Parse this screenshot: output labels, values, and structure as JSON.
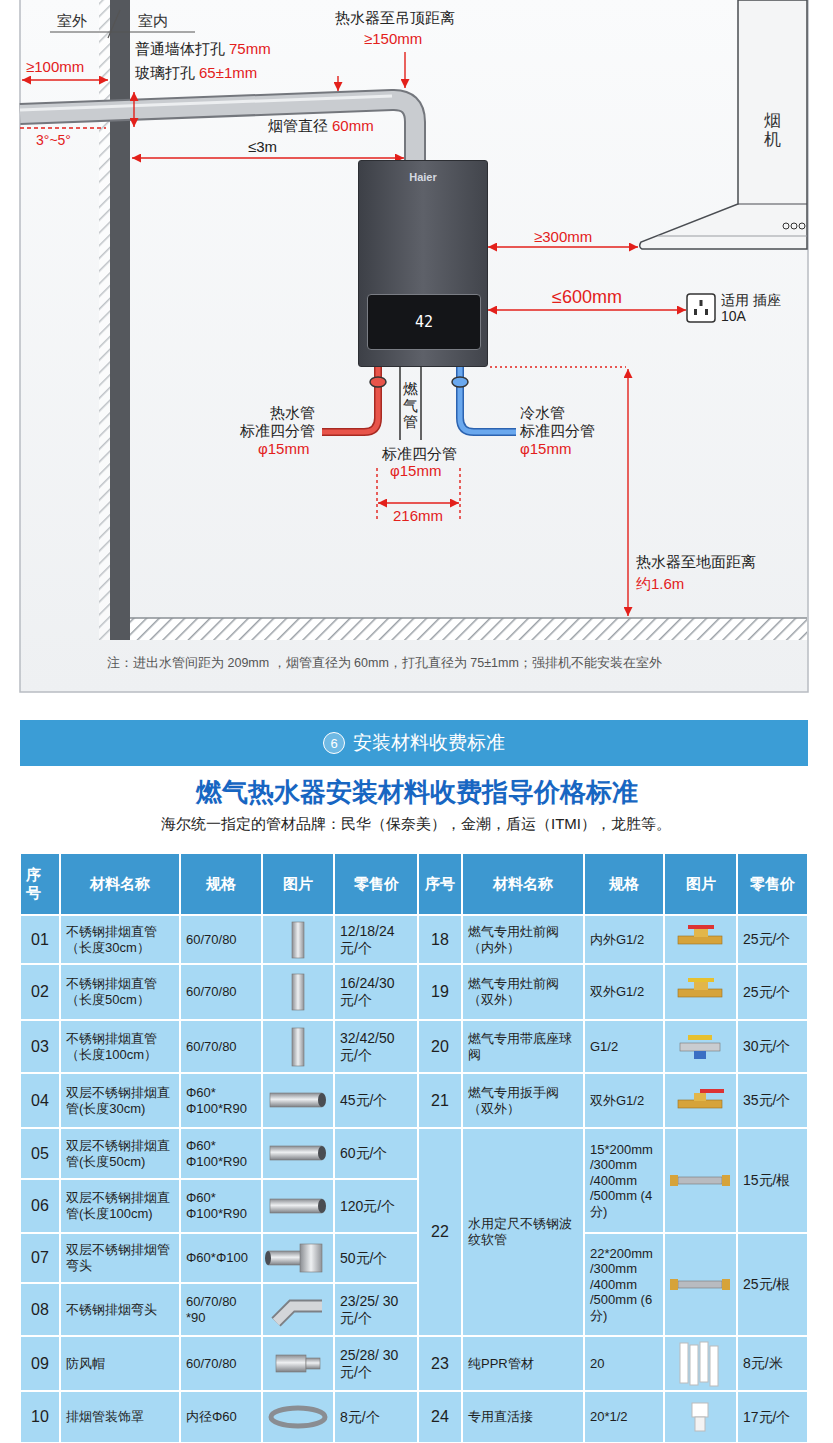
{
  "diagram": {
    "title": "燃气热水器安装材料收费指导价格标准",
    "nodes": [
      {
        "text": [
          "烟机"
        ]
      },
      {
        "text": [
          "Haier"
        ]
      },
      {
        "text": [
          "42"
        ],
        "in": 1
      },
      {
        "text": [
          "适用 插座10A"
        ]
      },
      {
        "text": [
          "安装材料收费标准"
        ]
      },
      {
        "text": [
          "6"
        ],
        "in": 4
      }
    ],
    "edges": [
      {
        "from": 1,
        "to": 0,
        "label": "≥300mm",
        "arrow": "both"
      },
      {
        "from": 1,
        "to": 3,
        "label": "≤600mm",
        "arrow": "both"
      }
    ],
    "labels": [
      "室外",
      "室内",
      "热水器至吊顶距离",
      "≥150mm",
      "≥100mm",
      "普通墙体打孔",
      "75mm",
      "玻璃打孔",
      "65±1mm",
      "烟管直径",
      "60mm",
      "3°~5°",
      "≤3m",
      "热水管",
      "标准四分管",
      "φ15mm",
      "燃气管",
      "标准四分管",
      "φ15mm",
      "冷水管",
      "标准四分管",
      "φ15mm",
      "216mm",
      "热水器至地面距离",
      "约1.6m",
      "注：进出水管间距为 209mm ，烟管直径为 60mm，打孔直径为 75±1mm；强排机不能安装在室外",
      "海尔统一指定的管材品牌：民华（保奈美），金潮，盾运（ITMI），龙胜等。",
      "序号",
      "材料名称",
      "规格",
      "图片",
      "零售价",
      "序号",
      "材料名称",
      "规格",
      "图片",
      "零售价",
      "01",
      "不锈钢排烟直管（长度30cm）",
      "60/70/80",
      "12/18/24 元/个",
      "02",
      "不锈钢排烟直管（长度50cm）",
      "60/70/80",
      "16/24/30 元/个",
      "03",
      "不锈钢排烟直管（长度100cm）",
      "60/70/80",
      "32/42/50 元/个",
      "04",
      "双层不锈钢排烟直管(长度30cm)",
      "Φ60* Φ100*R90",
      "45元/个",
      "05",
      "双层不锈钢排烟直管(长度50cm)",
      "Φ60* Φ100*R90",
      "60元/个",
      "06",
      "双层不锈钢排烟直管(长度100cm)",
      "Φ60* Φ100*R90",
      "120元/个",
      "07",
      "双层不锈钢排烟管弯头",
      "Φ60*Φ100",
      "50元/个",
      "08",
      "不锈钢排烟弯头",
      "60/70/80 *90",
      "23/25/ 30元/个",
      "09",
      "防风帽",
      "60/70/80",
      "25/28/ 30元/个",
      "10",
      "排烟管装饰罩",
      "内径Φ60",
      "8元/个",
      "18",
      "燃气专用灶前阀（内外）",
      "内外G1/2",
      "25元/个",
      "19",
      "燃气专用灶前阀（双外）",
      "双外G1/2",
      "25元/个",
      "20",
      "燃气专用带底座球阀",
      "G1/2",
      "30元/个",
      "21",
      "燃气专用扳手阀（双外）",
      "双外G1/2",
      "35元/个",
      "22",
      "水用定尺不锈钢波纹软管",
      "15*200mm /300mm /400mm /500mm (4分)",
      "15元/根",
      "22*200mm /300mm /400mm /500mm (6分)",
      "25元/根",
      "23",
      "纯PPR管材",
      "20",
      "8元/米",
      "24",
      "专用直活接",
      "20*1/2",
      "17元/个"
    ]
  }
}
